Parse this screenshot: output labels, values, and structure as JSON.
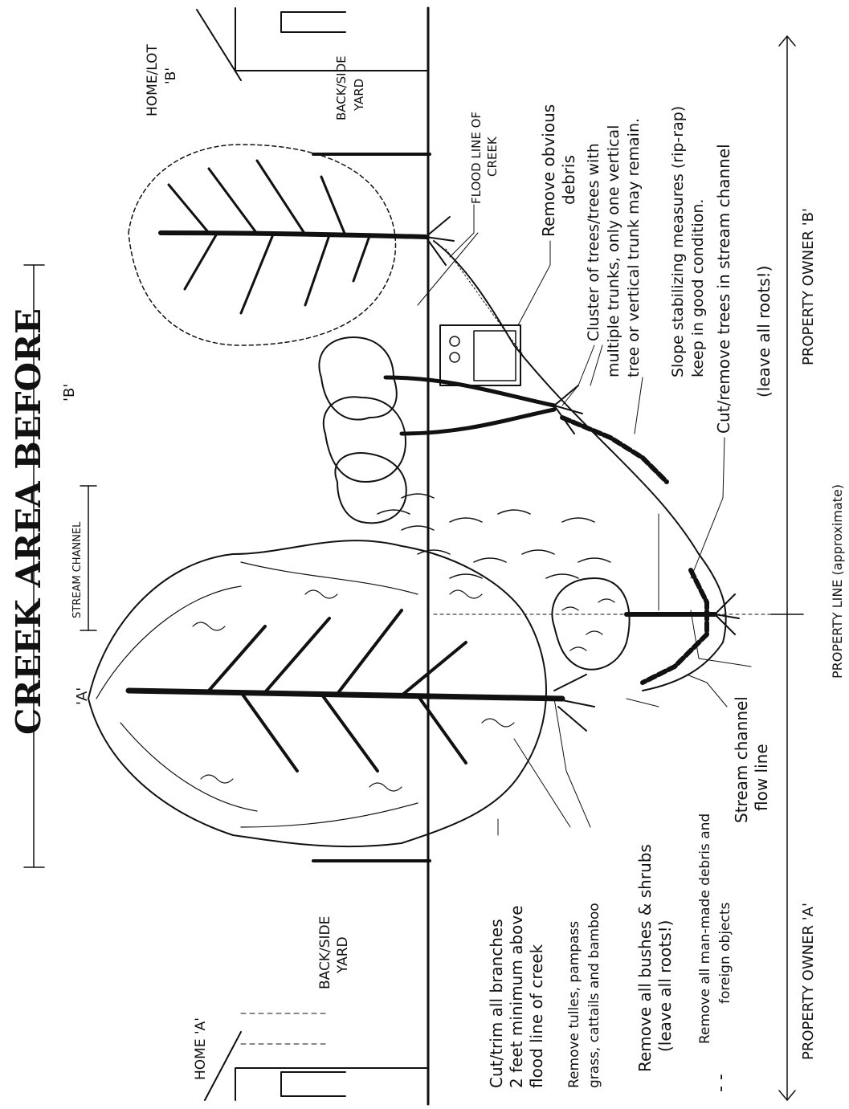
{
  "title": "CREEK AREA BEFORE",
  "dimension_marks": {
    "a": "'A'",
    "b": "'B'"
  },
  "stream_channel_label": "STREAM CHANNEL",
  "home_a": "HOME 'A'",
  "home_b": "HOME/LOT 'B'",
  "back_side_yard_a": [
    "BACK/SIDE",
    "YARD"
  ],
  "back_side_yard_b": [
    "BACK/SIDE",
    "YARD"
  ],
  "flood_line": [
    "FLOOD LINE OF",
    "CREEK"
  ],
  "notes_bottom": {
    "cut_trim": [
      "Cut/trim all branches",
      "2 feet minimum above",
      "flood line of creek"
    ],
    "remove_tulles": [
      "Remove tulles, pampass",
      "grass, cattails and bamboo"
    ],
    "remove_bushes": [
      "Remove all bushes & shrubs",
      "(leave all roots!)"
    ],
    "remove_manmade": [
      "Remove all man-made debris and",
      "foreign objects"
    ],
    "stream_flow": [
      "Stream channel",
      "flow line"
    ]
  },
  "notes_right": {
    "remove_debris": [
      "Remove obvious",
      "debris"
    ],
    "cluster": [
      "Cluster of trees/trees with",
      "multiple trunks, only one vertical",
      "tree or vertical trunk may remain."
    ],
    "slope": [
      "Slope stabilizing measures (rip-rap)",
      "keep in good condition."
    ],
    "cut_remove": [
      "Cut/remove trees in stream channel"
    ],
    "leave_roots": "(leave all roots!)"
  },
  "property_owner_a": "PROPERTY OWNER 'A'",
  "property_owner_b": "PROPERTY OWNER 'B'",
  "property_line": "PROPERTY LINE (approximate)"
}
